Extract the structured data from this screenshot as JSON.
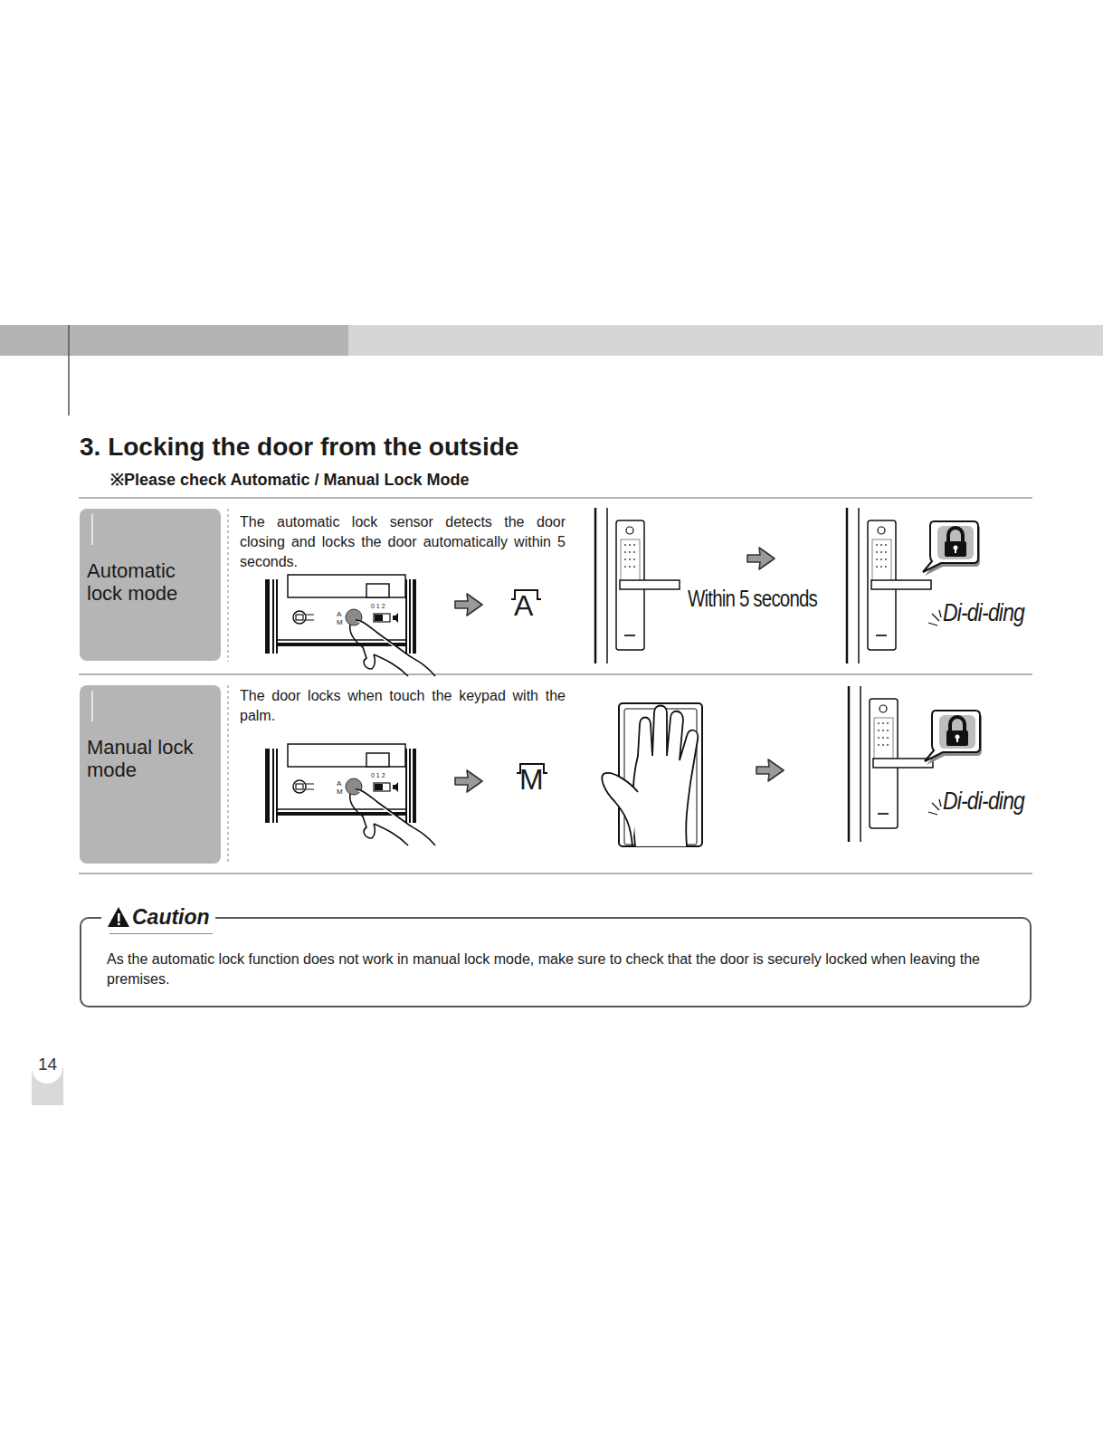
{
  "diagram": {
    "title": "3. Locking the door from the outside",
    "nodes": [
      {
        "text": [
          "Automatic lock mode"
        ]
      },
      {
        "text": [
          "Manual lock mode"
        ]
      },
      {
        "text": [
          "Caution",
          "As the automatic lock function does not work in manual lock mode, make sure to check that the door is securely locked when leaving the premises."
        ]
      }
    ],
    "labels": [
      "※Please check Automatic / Manual Lock Mode",
      "The automatic lock sensor detects the door closing and locks the door automatically within 5 seconds.",
      "A",
      "M",
      "0 1 2",
      "A",
      "Within 5 seconds",
      "Di-di-ding",
      "The door locks when touch the keypad with the palm.",
      "A",
      "M",
      "0 1 2",
      "M",
      "Di-di-ding",
      "14"
    ]
  }
}
